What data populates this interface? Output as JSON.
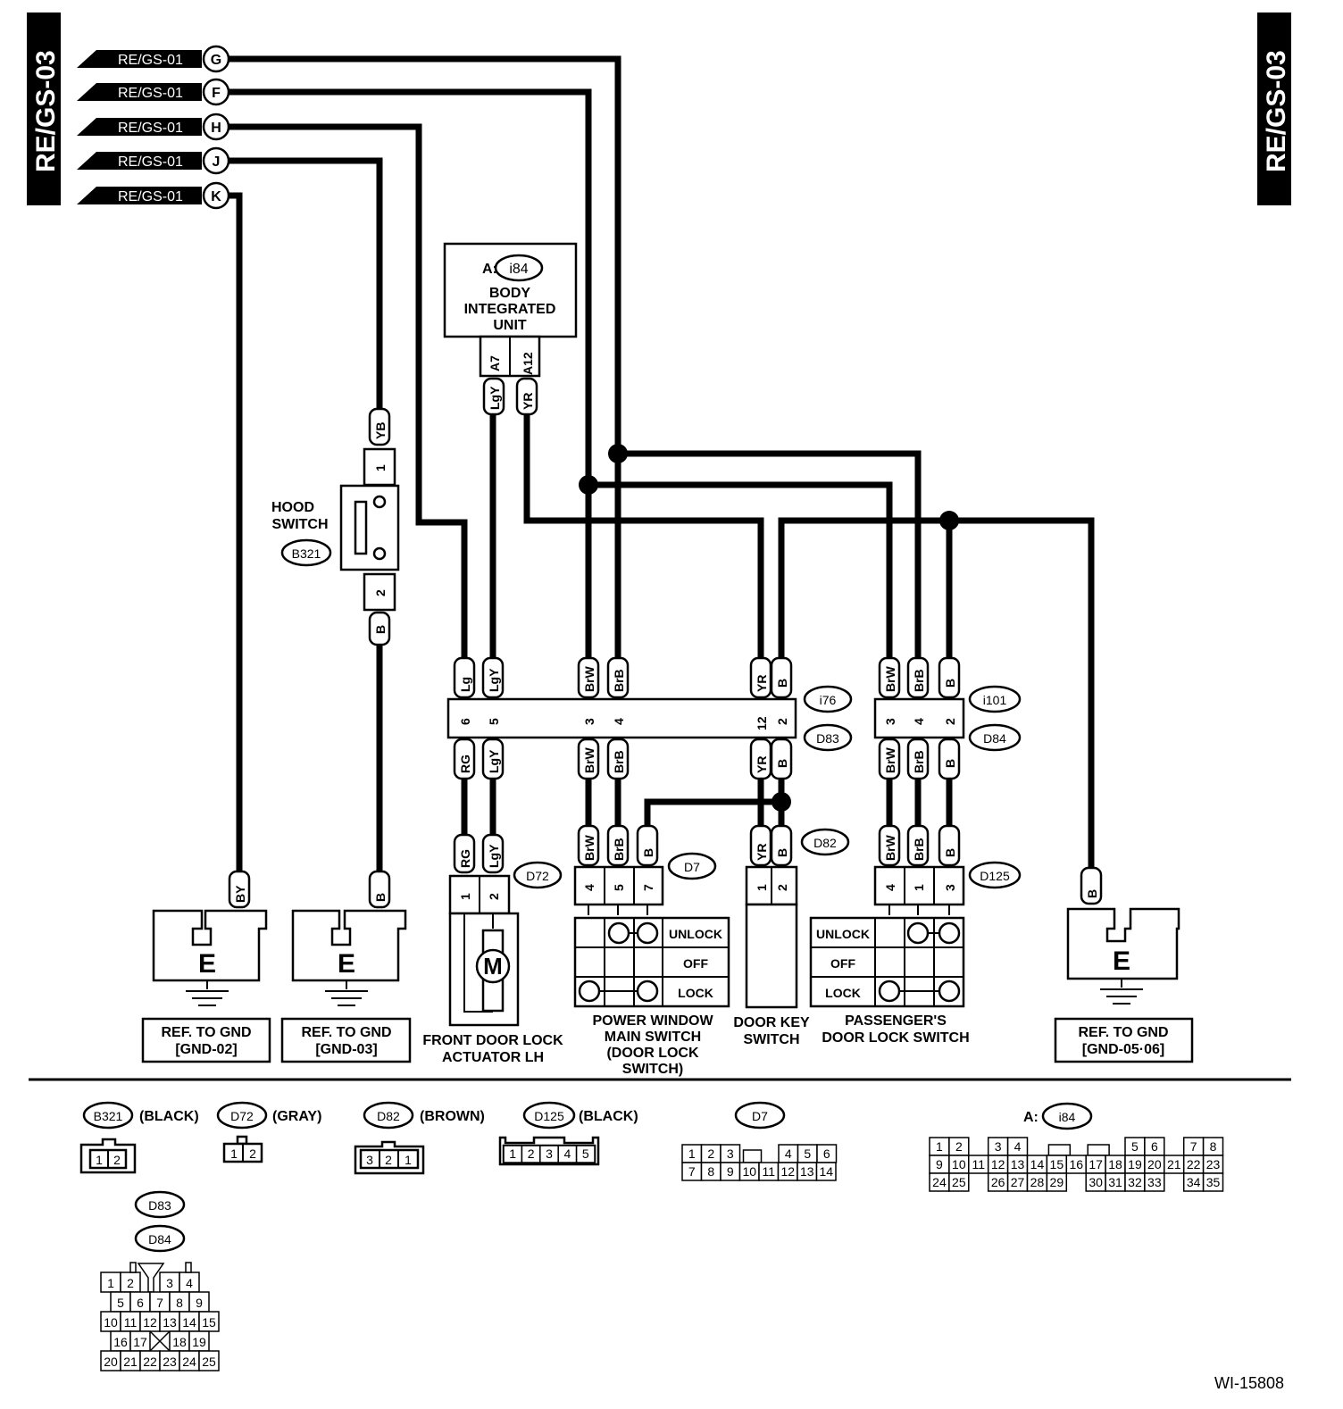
{
  "side_tabs": {
    "left": "RE/GS-03",
    "right": "RE/GS-03"
  },
  "connectors_in": [
    {
      "ref": "RE/GS-01",
      "letter": "G"
    },
    {
      "ref": "RE/GS-01",
      "letter": "F"
    },
    {
      "ref": "RE/GS-01",
      "letter": "H"
    },
    {
      "ref": "RE/GS-01",
      "letter": "J"
    },
    {
      "ref": "RE/GS-01",
      "letter": "K"
    }
  ],
  "body_unit": {
    "prefix": "A:",
    "code": "i84",
    "name_l1": "BODY",
    "name_l2": "INTEGRATED",
    "name_l3": "UNIT",
    "pins": [
      "A7",
      "A12"
    ],
    "wires": [
      "LgY",
      "YR"
    ]
  },
  "hood_switch": {
    "name_l1": "HOOD",
    "name_l2": "SWITCH",
    "code": "B321",
    "pin_top": "1",
    "pin_bot": "2",
    "wire_top": "YB",
    "wire_bot": "B"
  },
  "i76_bar": {
    "codes": [
      "i76",
      "D83"
    ],
    "wires_top": [
      "Lg",
      "LgY",
      "BrW",
      "BrB",
      "YR",
      "B"
    ],
    "pins": [
      "6",
      "5",
      "3",
      "4",
      "12",
      "2"
    ],
    "wires_bot": [
      "RG",
      "LgY",
      "BrW",
      "BrB",
      "YR",
      "B"
    ]
  },
  "i101_bar": {
    "codes": [
      "i101",
      "D84"
    ],
    "wires_top": [
      "BrW",
      "BrB",
      "B"
    ],
    "pins": [
      "3",
      "4",
      "2"
    ],
    "wires_bot": [
      "BrW",
      "BrB",
      "B"
    ]
  },
  "d72": {
    "code": "D72",
    "wires": [
      "RG",
      "LgY"
    ],
    "pins": [
      "1",
      "2"
    ],
    "motor": "M",
    "label_l1": "FRONT DOOR LOCK",
    "label_l2": "ACTUATOR LH"
  },
  "d7": {
    "code": "D7",
    "wires": [
      "BrW",
      "BrB",
      "B"
    ],
    "pins": [
      "4",
      "5",
      "7"
    ],
    "rows": [
      "UNLOCK",
      "OFF",
      "LOCK"
    ],
    "label_l1": "POWER WINDOW",
    "label_l2": "MAIN SWITCH",
    "label_l3": "(DOOR LOCK",
    "label_l4": "SWITCH)"
  },
  "d82": {
    "code": "D82",
    "wires": [
      "YR",
      "B"
    ],
    "pins": [
      "1",
      "2"
    ],
    "label_l1": "DOOR KEY",
    "label_l2": "SWITCH"
  },
  "d125": {
    "code": "D125",
    "wires": [
      "BrW",
      "BrB",
      "B"
    ],
    "pins": [
      "4",
      "1",
      "3"
    ],
    "rows": [
      "UNLOCK",
      "OFF",
      "LOCK"
    ],
    "label_l1": "PASSENGER'S",
    "label_l2": "DOOR LOCK SWITCH"
  },
  "grounds": [
    {
      "wire": "BY",
      "letter": "E",
      "ref_l1": "REF. TO GND",
      "ref_l2": "[GND-02]"
    },
    {
      "wire": "B",
      "letter": "E",
      "ref_l1": "REF. TO GND",
      "ref_l2": "[GND-03]"
    },
    {
      "wire": "B",
      "letter": "E",
      "ref_l1": "REF. TO GND",
      "ref_l2": "[GND-05·06]"
    }
  ],
  "legend": {
    "b321": {
      "code": "B321",
      "color": "(BLACK)",
      "pins": [
        "1",
        "2"
      ]
    },
    "d72": {
      "code": "D72",
      "color": "(GRAY)",
      "pins": [
        "1",
        "2"
      ]
    },
    "d82": {
      "code": "D82",
      "color": "(BROWN)",
      "pins": [
        "3",
        "2",
        "1"
      ]
    },
    "d125": {
      "code": "D125",
      "color": "(BLACK)",
      "pins": [
        "1",
        "2",
        "3",
        "4",
        "5"
      ]
    },
    "d7": {
      "code": "D7",
      "row1": [
        "1",
        "2",
        "3",
        "",
        "4",
        "5",
        "6"
      ],
      "row2": [
        "7",
        "8",
        "9",
        "10",
        "11",
        "12",
        "13",
        "14"
      ]
    },
    "i84": {
      "prefix": "A:",
      "code": "i84",
      "row1": [
        "1",
        "2",
        "",
        "3",
        "4",
        "",
        "",
        "",
        "",
        "",
        "5",
        "6",
        "",
        "7",
        "8"
      ],
      "row2": [
        "9",
        "10",
        "11",
        "12",
        "13",
        "14",
        "15",
        "16",
        "17",
        "18",
        "19",
        "20",
        "21",
        "22",
        "23"
      ],
      "row3": [
        "24",
        "25",
        "",
        "26",
        "27",
        "28",
        "29",
        "",
        "30",
        "31",
        "32",
        "33",
        "",
        "34",
        "35"
      ]
    },
    "d83_d84": {
      "codes": [
        "D83",
        "D84"
      ],
      "row1": [
        "1",
        "2",
        "",
        "3",
        "4"
      ],
      "row2": [
        "5",
        "6",
        "7",
        "8",
        "9"
      ],
      "row3": [
        "10",
        "11",
        "12",
        "13",
        "14",
        "15"
      ],
      "row4": [
        "16",
        "17",
        "",
        "18",
        "19"
      ],
      "row5": [
        "20",
        "21",
        "22",
        "23",
        "24",
        "25"
      ]
    }
  },
  "figure_id": "WI-15808"
}
